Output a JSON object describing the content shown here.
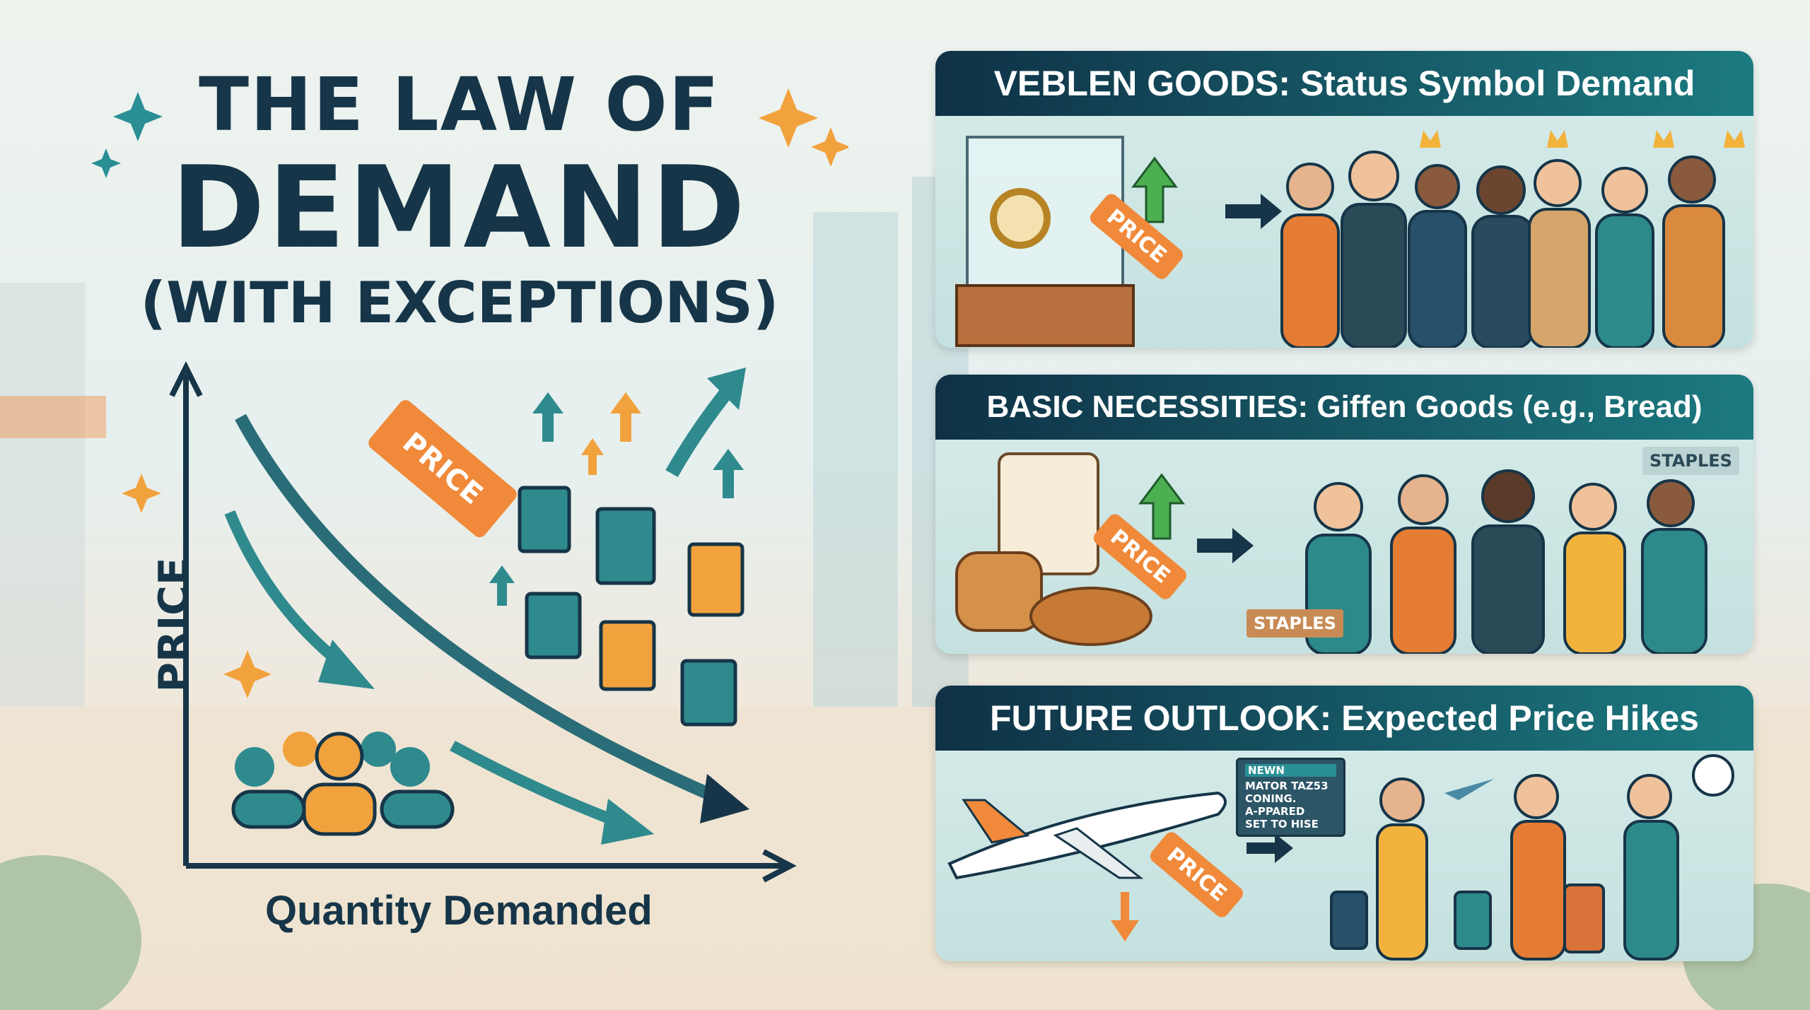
{
  "title": {
    "line1": "THE LAW OF",
    "line2": "DEMAND",
    "line3": "(WITH EXCEPTIONS)"
  },
  "axes": {
    "y_label": "PRICE",
    "x_label": "Quantity Demanded"
  },
  "left_tag": "PRICE",
  "colors": {
    "navy": "#163548",
    "teal": "#2a7f86",
    "orange": "#f08a3a",
    "gold": "#f2b33d"
  },
  "panels": [
    {
      "title": "VEBLEN GOODS: Status Symbol Demand",
      "tag": "PRICE",
      "price_arrow": "up"
    },
    {
      "title": "BASIC NECESSITIES: Giffen Goods (e.g., Bread)",
      "tag": "PRICE",
      "price_arrow": "up",
      "sign_top": "STAPLES",
      "sign_bottom": "STAPLES"
    },
    {
      "title": "FUTURE OUTLOOK: Expected Price Hikes",
      "tag": "PRICE",
      "price_arrow": "down",
      "board": {
        "header": "NEWN",
        "lines": [
          "MATOR TAZ53",
          "CONING.",
          "A-PPARED",
          "SET TO HISE"
        ]
      }
    }
  ]
}
